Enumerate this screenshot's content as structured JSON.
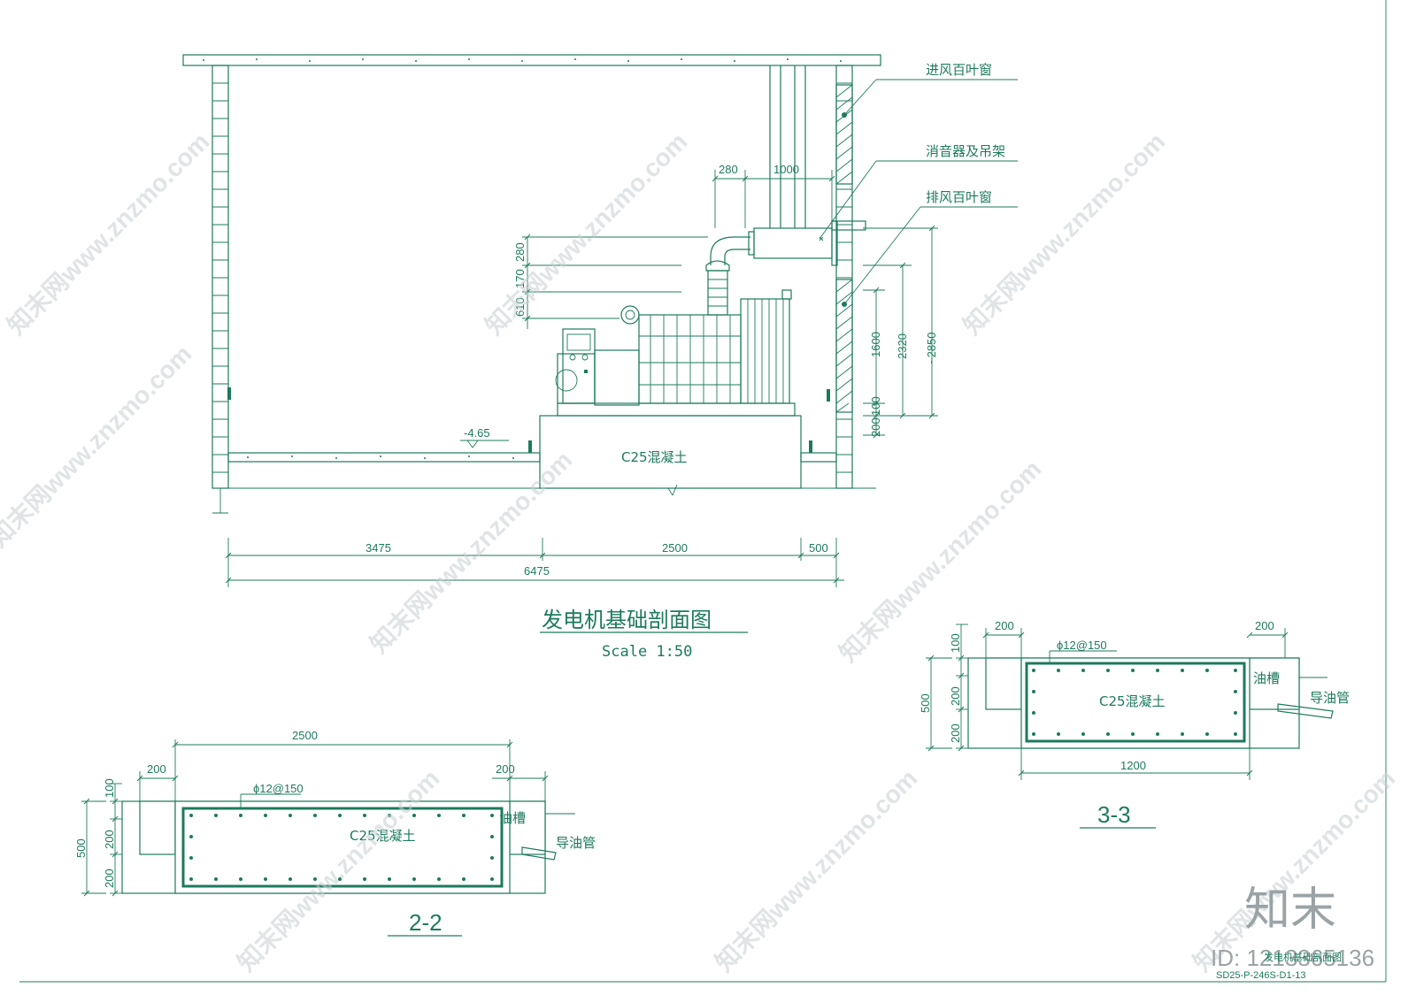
{
  "drawing": {
    "title": "发电机基础剖面图",
    "scale": "Scale 1:50",
    "sheet_code": "SD25-P-246S-D1-13",
    "sheet_small_title": "发电机基础剖面图",
    "accent_color": "#1d7a5e"
  },
  "main_section": {
    "labels": {
      "intake_louver": "进风百叶窗",
      "muffler": "消音器及吊架",
      "exhaust_louver": "排风百叶窗",
      "concrete": "C25混凝土",
      "floor_level": "-4.65"
    },
    "dims": {
      "top_280": "280",
      "top_1000": "1000",
      "v_280": "280",
      "v_170": "170",
      "v_610": "610",
      "v_1600": "1600",
      "v_2320": "2320",
      "v_2850": "~2850",
      "v_100": "100",
      "v_200": "200",
      "b_3475": "3475",
      "b_2500": "2500",
      "b_500": "500",
      "b_6475": "6475"
    }
  },
  "section_22": {
    "label": "2-2",
    "concrete": "C25混凝土",
    "rebar": "ϕ12@150",
    "oil_groove": "油槽",
    "oil_pipe": "导油管",
    "dims": {
      "width": "2500",
      "left_200": "200",
      "right_200": "200",
      "h_100": "100",
      "h_200a": "200",
      "h_200b": "200",
      "h_500": "500"
    }
  },
  "section_33": {
    "label": "3-3",
    "concrete": "C25混凝土",
    "rebar": "ϕ12@150",
    "oil_groove": "油槽",
    "oil_pipe": "导油管",
    "dims": {
      "width": "1200",
      "left_200": "200",
      "right_200": "200",
      "h_100": "100",
      "h_200a": "200",
      "h_200b": "200",
      "h_500": "500"
    }
  },
  "watermark": {
    "text": "知末网www.znzmo.com",
    "brand": "知末",
    "id": "ID: 1213365136"
  }
}
